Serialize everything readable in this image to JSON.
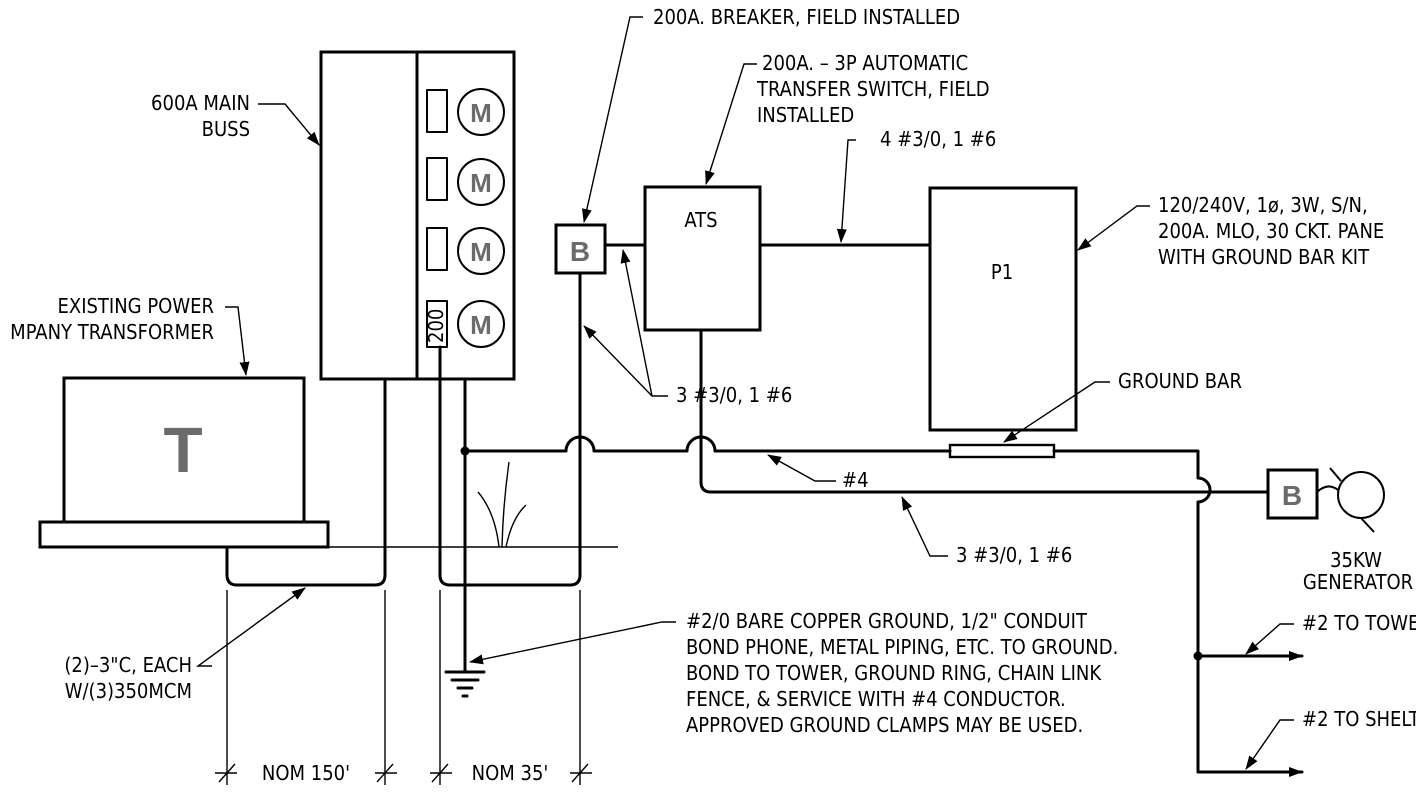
{
  "labels": {
    "breaker_field": "200A. BREAKER, FIELD INSTALLED",
    "ats_line1": "200A. – 3P AUTOMATIC",
    "ats_line2": "TRANSFER SWITCH, FIELD",
    "ats_line3": "INSTALLED",
    "main_buss_1": "600A MAIN",
    "main_buss_2": "BUSS",
    "wire_ats_p1": "4 #3/0, 1 #6",
    "panel_1": "120/240V, 1ø, 3W, S/N,",
    "panel_2": "200A. MLO, 30 CKT. PANE",
    "panel_3": "WITH GROUND BAR KIT",
    "existing_1": "EXISTING POWER",
    "existing_2": "MPANY TRANSFORMER",
    "ground_bar": "GROUND BAR",
    "wire_breaker": "3 #3/0, 1 #6",
    "wire_gnd": "#4",
    "wire_gen": "3 #3/0, 1 #6",
    "gen_1": "35KW",
    "gen_2": "GENERATOR",
    "copper_1": "#2/0 BARE COPPER GROUND, 1/2\" CONDUIT",
    "copper_2": "BOND PHONE, METAL PIPING, ETC. TO GROUND.",
    "copper_3": "BOND TO TOWER, GROUND RING, CHAIN LINK",
    "copper_4": "FENCE, & SERVICE WITH #4 CONDUCTOR.",
    "copper_5": "APPROVED GROUND CLAMPS MAY BE USED.",
    "to_tower": "#2 TO TOWE",
    "to_shelter": "#2 TO SHELT",
    "conduit_1": "(2)–3\"C, EACH",
    "conduit_2": "W/(3)350MCM",
    "nom150": "NOM 150'",
    "nom35": "NOM 35'"
  },
  "symbols": {
    "transformer": "T",
    "breaker_top": "B",
    "breaker_gen": "B",
    "ats": "ATS",
    "panel": "P1",
    "meter1": "M",
    "meter2": "M",
    "meter3": "M",
    "meter4": "M",
    "meter_breaker": "200"
  }
}
